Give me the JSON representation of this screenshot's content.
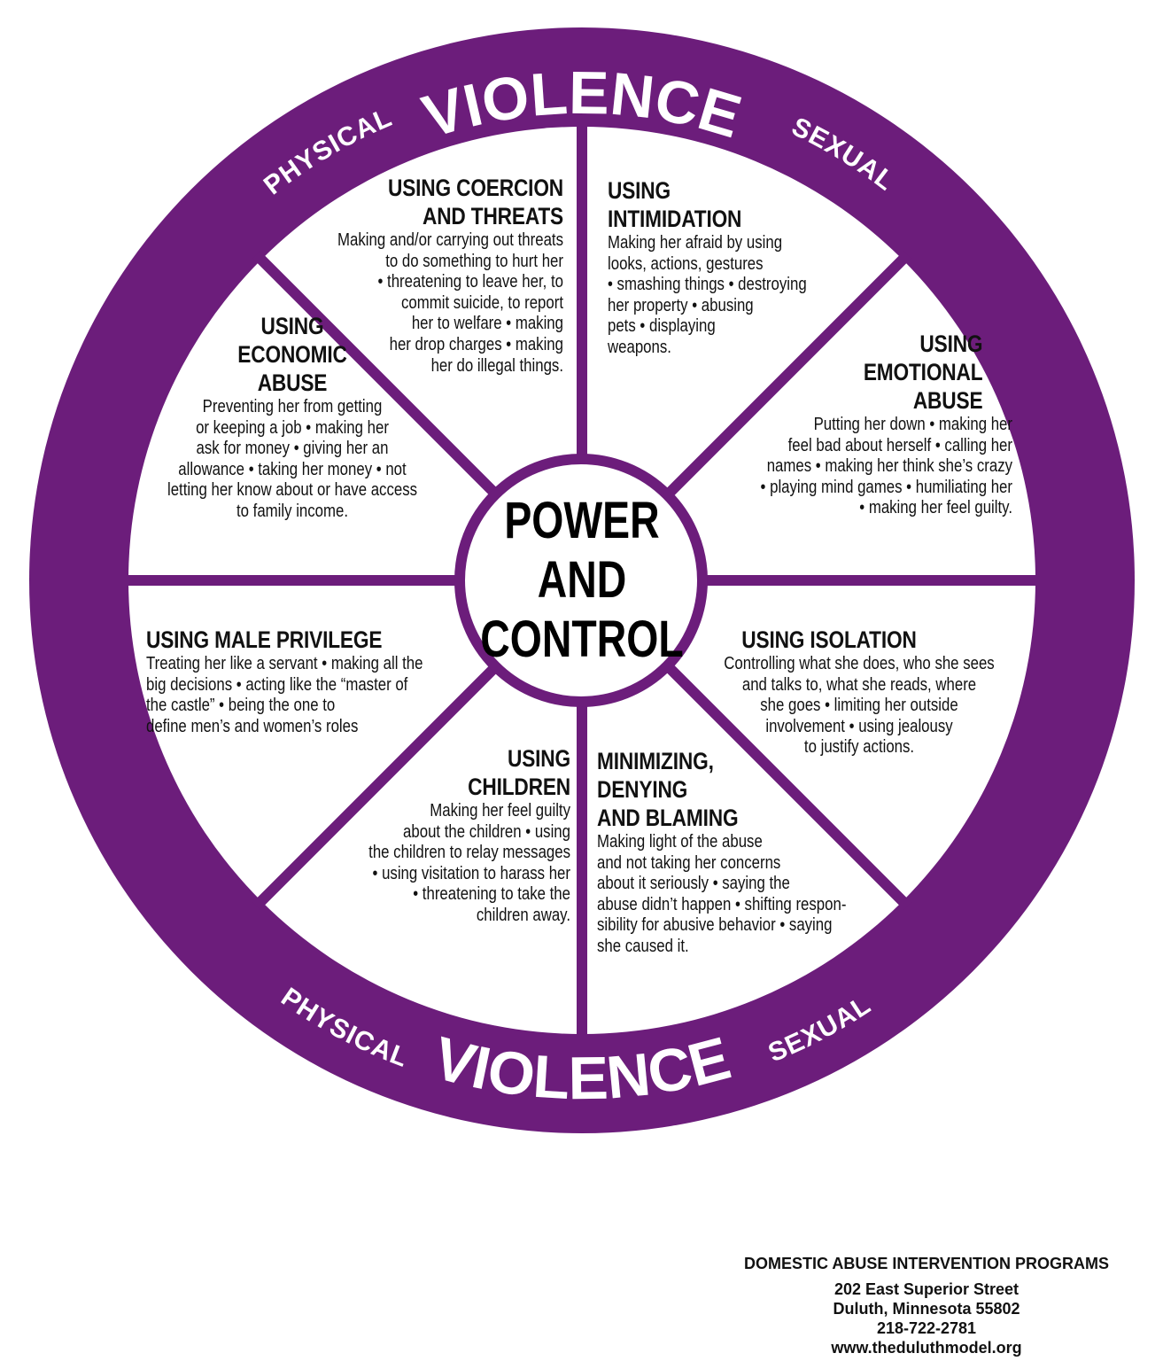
{
  "colors": {
    "wheel_purple": "#6c1d7b",
    "text": "#111111",
    "background": "#ffffff"
  },
  "rim": {
    "top": {
      "left": "PHYSICAL",
      "center": "VIOLENCE",
      "right": "SEXUAL"
    },
    "bottom": {
      "left": "PHYSICAL",
      "center": "VIOLENCE",
      "right": "SEXUAL"
    }
  },
  "hub": {
    "lines": [
      "POWER",
      "AND",
      "CONTROL"
    ]
  },
  "sections": [
    {
      "id": "coercion-threats",
      "title_lines": [
        "USING COERCION",
        "AND THREATS"
      ],
      "body_lines": [
        "Making and/or carrying out threats",
        "to do something to hurt her",
        "• threatening to leave her, to",
        "commit suicide, to report",
        "her to welfare • making",
        "her drop charges • making",
        "her do illegal things."
      ]
    },
    {
      "id": "intimidation",
      "title_lines": [
        "USING",
        "INTIMIDATION"
      ],
      "body_lines": [
        "Making her afraid by using",
        "looks, actions, gestures",
        "• smashing things • destroying",
        "her property • abusing",
        "pets • displaying",
        "weapons."
      ]
    },
    {
      "id": "emotional-abuse",
      "title_lines": [
        "USING",
        "EMOTIONAL",
        "ABUSE"
      ],
      "body_lines": [
        "Putting her down • making her",
        "feel bad about herself • calling her",
        "names • making her think she’s crazy",
        "• playing mind games • humiliating her",
        "• making her feel guilty."
      ]
    },
    {
      "id": "isolation",
      "title_lines": [
        "USING ISOLATION"
      ],
      "body_lines": [
        "Controlling what she does, who she sees",
        "and talks to, what she reads, where",
        "she goes • limiting her outside",
        "involvement • using jealousy",
        "to justify actions."
      ]
    },
    {
      "id": "minimizing-denying-blaming",
      "title_lines": [
        "MINIMIZING,",
        "DENYING",
        "AND BLAMING"
      ],
      "body_lines": [
        "Making light of the abuse",
        "and not taking her concerns",
        "about it seriously • saying the",
        "abuse didn’t happen • shifting respon-",
        "sibility for abusive behavior • saying",
        "she caused it."
      ]
    },
    {
      "id": "children",
      "title_lines": [
        "USING",
        "CHILDREN"
      ],
      "body_lines": [
        "Making her feel guilty",
        "about the children • using",
        "the children to relay messages",
        "• using visitation to harass her",
        "• threatening to take the",
        "children away."
      ]
    },
    {
      "id": "male-privilege",
      "title_lines": [
        "USING MALE PRIVILEGE"
      ],
      "body_lines": [
        "Treating her like a servant • making all the",
        "big decisions • acting like the “master of",
        "the castle”  • being the one to",
        "define men’s and women’s roles"
      ]
    },
    {
      "id": "economic-abuse",
      "title_lines": [
        "USING",
        "ECONOMIC",
        "ABUSE"
      ],
      "body_lines": [
        "Preventing her from getting",
        "or keeping a job • making her",
        "ask for money • giving her an",
        "allowance • taking her money • not",
        "letting her know about or have access",
        "to family income."
      ]
    }
  ],
  "footer": {
    "organization": "DOMESTIC ABUSE INTERVENTION PROGRAMS",
    "street": "202 East Superior Street",
    "city": "Duluth, Minnesota 55802",
    "phone": "218-722-2781",
    "website": "www.theduluthmodel.org"
  }
}
